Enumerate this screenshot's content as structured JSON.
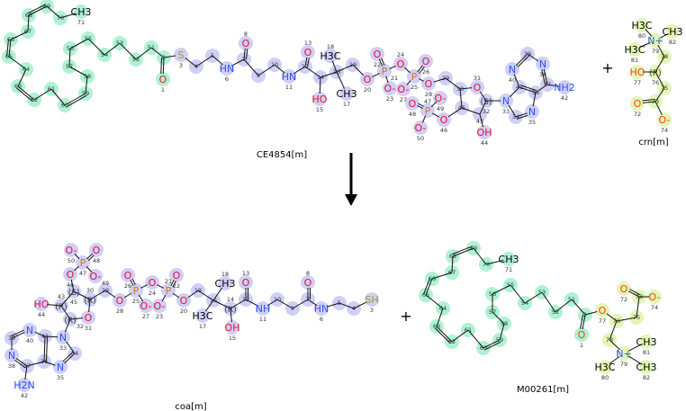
{
  "reaction": {
    "plus_symbol": "+",
    "arrow_direction": "down"
  },
  "colors": {
    "halo_chain": "#aef2d4",
    "halo_coa": "#cfcff7",
    "halo_carnitine": "#e2f6b5",
    "oxygen": "#e8102e",
    "oxygen_carnitine": "#f04a10",
    "nitrogen": "#3050f8",
    "sulfur": "#a89a30",
    "phosphorus": "#e07010"
  },
  "molecules": [
    {
      "id": "CE4854",
      "name": "CE4854[m]",
      "atoms": {
        "1": "O",
        "2": "",
        "3": "S",
        "4": "",
        "5": "",
        "6": "HN",
        "7": "",
        "8": "O",
        "9": "",
        "10": "",
        "11": "HN",
        "12": "",
        "13": "O",
        "14": "",
        "15": "HO",
        "16": "",
        "17": "CH3",
        "18": "H3C",
        "19": "",
        "20": "O",
        "21": "P",
        "22": "O",
        "23": "O-",
        "24": "O",
        "25": "P",
        "26": "O",
        "27": "O-",
        "28": "O",
        "29": "",
        "30": "",
        "31": "O",
        "32": "(S)",
        "33": "N",
        "34": "",
        "35": "N",
        "36": "",
        "37": "",
        "38": "N",
        "39": "",
        "40": "N",
        "41": "",
        "42": "NH2",
        "43": "",
        "44": "OH",
        "45": "",
        "46": "O",
        "47": "P",
        "48": "O",
        "49": "O-",
        "50": "O-",
        "51": "",
        "52": "",
        "53": "",
        "54": "",
        "55": "",
        "56": "",
        "57": "",
        "58": "",
        "59": "",
        "60": "",
        "61": "",
        "62": "",
        "63": "",
        "64": "",
        "65": "",
        "66": "",
        "67": "",
        "68": "",
        "69": "",
        "70": "",
        "71": "CH3"
      }
    },
    {
      "id": "crn",
      "name": "crn[m]",
      "atoms": {
        "72": "O",
        "73": "",
        "74": "O-",
        "75": "",
        "76": "(R)",
        "77": "HO",
        "78": "",
        "79": "N+",
        "80": "H3C",
        "81": "H3C",
        "82": "CH3"
      }
    },
    {
      "id": "coa",
      "name": "coa[m]",
      "atoms": {
        "3": "SH",
        "4": "",
        "5": "",
        "6": "HN",
        "7": "",
        "8": "O",
        "9": "",
        "10": "",
        "11": "NH",
        "12": "",
        "13": "O",
        "14": "(R)",
        "15": "OH",
        "16": "",
        "17": "H3C",
        "18": "CH3",
        "19": "",
        "20": "O",
        "21": "P",
        "22": "O",
        "23": "O-",
        "24": "O",
        "25": "P",
        "26": "O",
        "27": "O-",
        "28": "O",
        "29": "",
        "30": "(R)",
        "31": "O",
        "32": "(R)",
        "33": "N",
        "34": "",
        "35": "N",
        "36": "",
        "37": "",
        "38": "N",
        "39": "",
        "40": "N",
        "41": "",
        "42": "H2N",
        "43": "(R)",
        "44": "HO",
        "45": "(S)",
        "46": "O",
        "47": "P",
        "48": "O",
        "49": "O-",
        "50": "O-"
      }
    },
    {
      "id": "M00261",
      "name": "M00261[m]",
      "atoms": {
        "1": "O",
        "2": "",
        "51": "",
        "52": "",
        "53": "",
        "54": "",
        "55": "",
        "56": "",
        "57": "",
        "58": "",
        "59": "",
        "60": "",
        "61": "",
        "62": "",
        "63": "",
        "64": "",
        "65": "",
        "66": "",
        "67": "",
        "68": "",
        "69": "",
        "70": "",
        "71": "CH3",
        "72": "O",
        "73": "",
        "74": "O-",
        "75": "",
        "76": "",
        "77": "O",
        "78": "",
        "79": "N+",
        "80": "H3C",
        "81": "CH3",
        "82": "CH3"
      }
    }
  ]
}
